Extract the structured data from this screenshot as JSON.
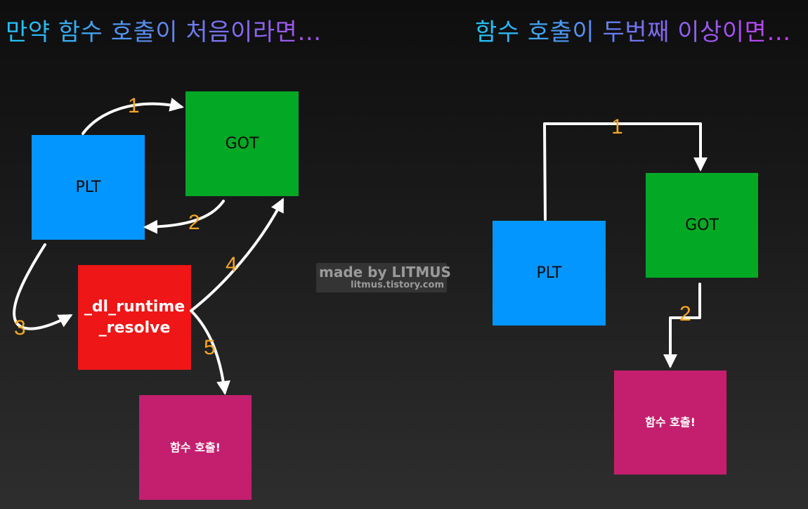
{
  "titles": {
    "left": "만약 함수 호출이 처음이라면…",
    "right": "함수 호출이 두번째 이상이면…"
  },
  "left_diagram": {
    "plt": "PLT",
    "got": "GOT",
    "resolver_line1": "_dl_runtime",
    "resolver_line2": "_resolve",
    "call": "함수 호출!",
    "steps": [
      "1",
      "2",
      "3",
      "4",
      "5"
    ]
  },
  "right_diagram": {
    "plt": "PLT",
    "got": "GOT",
    "call": "함수 호출!",
    "steps": [
      "1",
      "2"
    ]
  },
  "watermark": {
    "line1": "made by LITMUS",
    "line2": "litmus.tistory.com"
  },
  "colors": {
    "plt": "#0496ff",
    "got": "#03a825",
    "resolver": "#ee1616",
    "call": "#c41f6e",
    "step_number": "#f5a623",
    "arrow": "#ffffff"
  }
}
